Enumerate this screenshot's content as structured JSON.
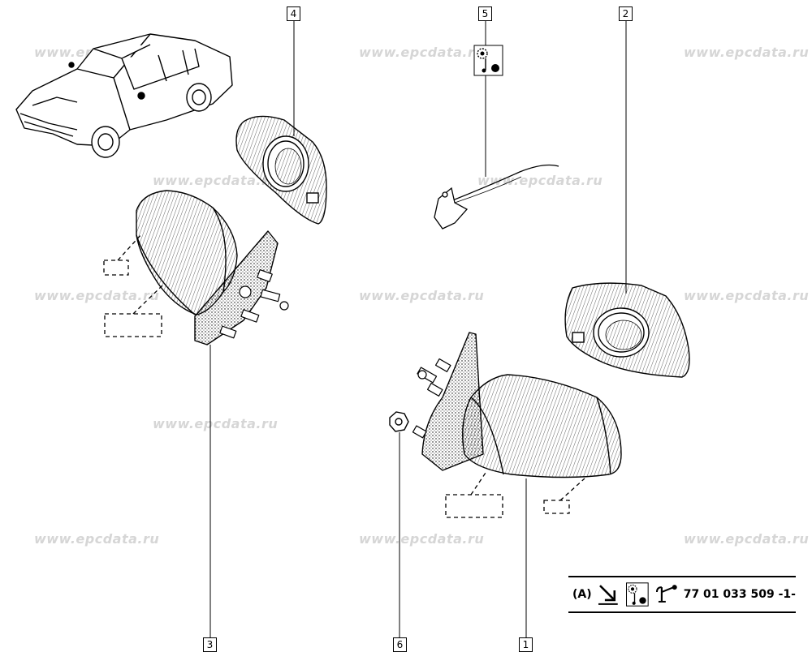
{
  "watermark": "www.epcdata.ru",
  "callouts": [
    {
      "id": "c1",
      "label": "1"
    },
    {
      "id": "c2",
      "label": "2"
    },
    {
      "id": "c3",
      "label": "3"
    },
    {
      "id": "c4",
      "label": "4"
    },
    {
      "id": "c5",
      "label": "5"
    },
    {
      "id": "c6",
      "label": "6"
    }
  ],
  "reference": {
    "prefix": "(A)",
    "part_number": "77 01 033 509 -1-"
  },
  "icons": [
    "arrow-down-right-icon",
    "mechanism-icon",
    "tool-icon"
  ],
  "colors": {
    "line": "#000000",
    "watermark": "#d6d6d6",
    "background": "#ffffff"
  }
}
